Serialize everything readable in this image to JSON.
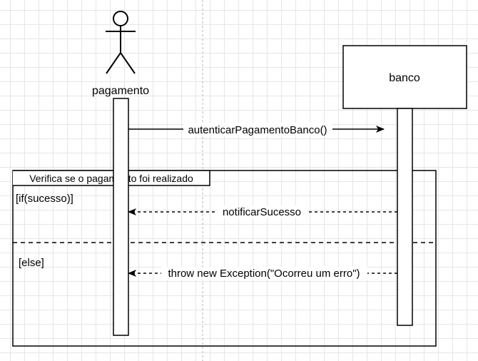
{
  "diagram": {
    "participants": [
      {
        "id": "pagamento",
        "label": "pagamento",
        "kind": "actor"
      },
      {
        "id": "banco",
        "label": "banco",
        "kind": "box"
      }
    ],
    "messages": [
      {
        "id": "msg-autenticar",
        "label": "autenticarPagamentoBanco()",
        "from": "pagamento",
        "to": "banco",
        "style": "solid"
      },
      {
        "id": "msg-notificar",
        "label": "notificarSucesso",
        "from": "banco",
        "to": "pagamento",
        "style": "dashed"
      },
      {
        "id": "msg-throw",
        "label": "throw new Exception(\"Ocorreu um erro\")",
        "from": "banco",
        "to": "pagamento",
        "style": "dashed"
      }
    ],
    "fragment": {
      "title": "Verifica se o pagamento foi realizado",
      "guard_if": "[if(sucesso)]",
      "guard_else": "[else]"
    }
  }
}
